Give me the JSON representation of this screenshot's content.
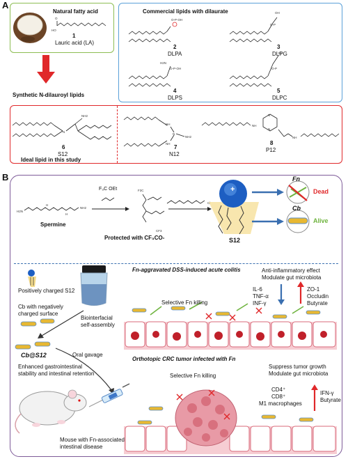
{
  "panel_a": {
    "label": "A",
    "natural_box": {
      "title": "Natural fatty acid",
      "compound_number": "1",
      "compound_name": "Lauric acid (LA)"
    },
    "commercial_box": {
      "title": "Commercial lipids with dilaurate",
      "compounds": [
        {
          "number": "2",
          "name": "DLPA"
        },
        {
          "number": "3",
          "name": "DLPG"
        },
        {
          "number": "4",
          "name": "DLPS"
        },
        {
          "number": "5",
          "name": "DLPC"
        }
      ]
    },
    "synthetic_title": "Synthetic N-dilauroyl lipids",
    "synthetic_compounds": [
      {
        "number": "6",
        "name": "S12"
      },
      {
        "number": "7",
        "name": "N12"
      },
      {
        "number": "8",
        "name": "P12"
      }
    ],
    "ideal_caption": "Ideal lipid in this study",
    "colors": {
      "green": "#8cbd52",
      "blue": "#5aa0d8",
      "red": "#e0282a"
    }
  },
  "panel_b": {
    "label": "B",
    "synthesis": {
      "spermine_label": "Spermine",
      "reagent_label": "F₃C     OEt",
      "protected_label": "Protected with CF₃CO-",
      "s12_label": "S12",
      "fn_label": "Fn",
      "dead_label": "Dead",
      "cb_label": "Cb",
      "alive_label": "Alive"
    },
    "assembly": {
      "positively_charged": "Positively charged S12",
      "cb_surface_line1": "Cb with negatively",
      "cb_surface_line2": "charged surface",
      "biointerfacial_line1": "Biointerfacial",
      "biointerfacial_line2": "self-assembly",
      "cbs12_label": "Cb@S12",
      "oral_gavage": "Oral gavage",
      "enhanced_line1": "Enhanced gastrointestinal",
      "enhanced_line2": "stability and intestinal retention",
      "mouse_line1": "Mouse with Fn-associated",
      "mouse_line2": "intestinal disease"
    },
    "colitis": {
      "title": "Fn-aggravated DSS-induced acute colitis",
      "effect_line1": "Anti-inflammatory effect",
      "effect_line2": "Modulate gut microbiota",
      "selective_killing": "Selective Fn killing",
      "down_markers": [
        "IL-6",
        "TNF-α",
        "INF-γ"
      ],
      "up_markers": [
        "ZO-1",
        "Occludin",
        "Butyrate"
      ]
    },
    "crc": {
      "title": "Orthotopic CRC tumor infected with Fn",
      "effect_line1": "Suppress tumor growth",
      "effect_line2": "Modulate gut microbiota",
      "selective_killing": "Selective Fn killing",
      "down_markers": [
        "CD4⁺",
        "CD8⁺",
        "M1 macrophages"
      ],
      "up_markers": [
        "IFN-γ",
        "Butyrate"
      ]
    },
    "colors": {
      "border": "#7d5a98",
      "dashed": "#3a6fb0",
      "dead": "#e0282a",
      "alive": "#6fb43f"
    }
  }
}
